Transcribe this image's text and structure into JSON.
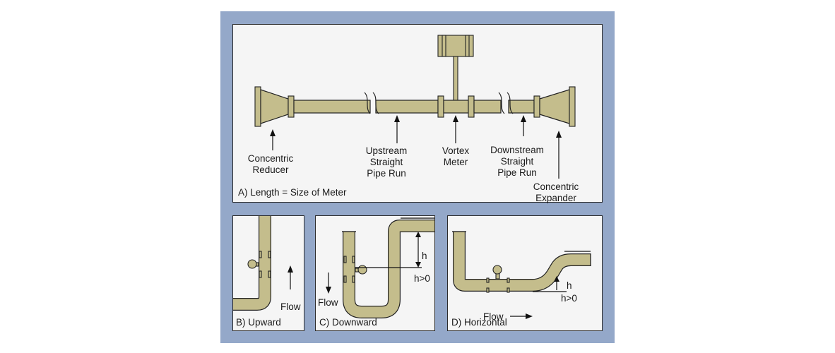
{
  "panels": {
    "a": {
      "caption": "A) Length = Size of Meter",
      "labels": {
        "reducer": [
          "Concentric",
          "Reducer"
        ],
        "upstream": [
          "Upstream",
          "Straight",
          "Pipe Run"
        ],
        "meter": [
          "Vortex",
          "Meter"
        ],
        "downstream": [
          "Downstream",
          "Straight",
          "Pipe Run"
        ],
        "expander": [
          "Concentric",
          "Expander"
        ]
      }
    },
    "b": {
      "caption": "B) Upward",
      "flow": "Flow"
    },
    "c": {
      "caption": "C) Downward",
      "flow": "Flow",
      "h": "h",
      "h_condition": "h>0"
    },
    "d": {
      "caption": "D) Horizontal",
      "flow": "Flow",
      "h": "h",
      "h_condition": "h>0"
    }
  },
  "colors": {
    "frame": "#94a8c9",
    "panel": "#f5f5f5",
    "pipe": "#c4bd8c",
    "outline": "#222222"
  }
}
